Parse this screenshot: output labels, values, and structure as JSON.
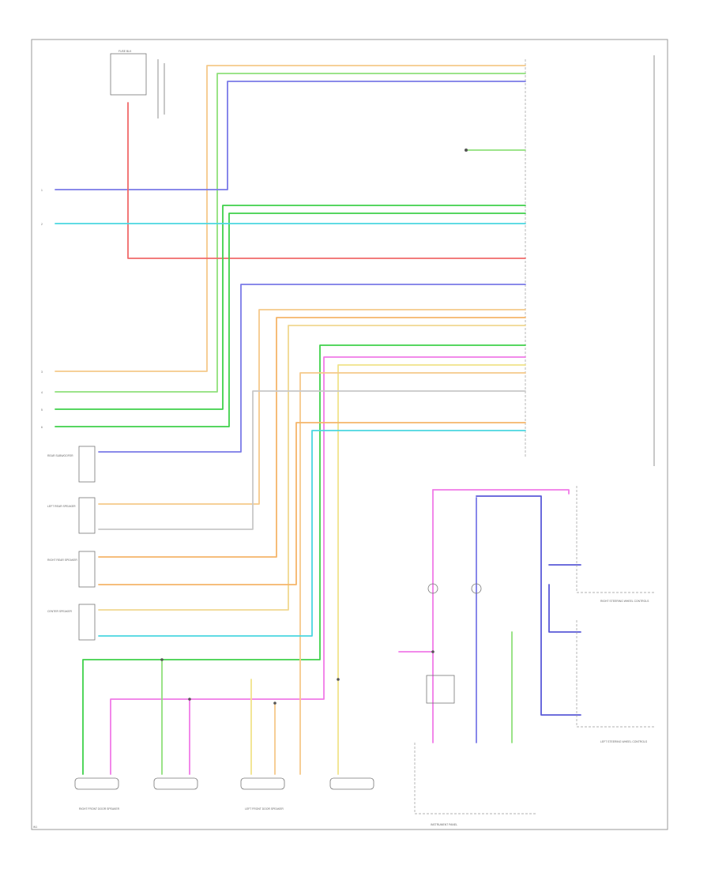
{
  "colors": {
    "tan": "#f5c98a",
    "light_green": "#8fe07a",
    "green": "#3fd14a",
    "blue": "#7a7ae8",
    "red": "#f06a6a",
    "cyan": "#4ad6e0",
    "orange": "#f5b56a",
    "yellow": "#f0e38a",
    "pink": "#f07ae8",
    "gray": "#c8c8c8",
    "dark_blue": "#5a5ad8"
  },
  "labels": {
    "fuse_box": "FUSE BLK",
    "left_rear_speaker": "LEFT REAR SPEAKER",
    "right_rear_speaker": "RIGHT REAR SPEAKER",
    "center_speaker": "CENTER SPEAKER",
    "rear_subwoofer": "REAR SUBWOOFER",
    "right_front_door_speaker": "RIGHT FRONT DOOR SPEAKER",
    "left_front_door_speaker": "LEFT FRONT DOOR SPEAKER",
    "instrument_panel": "INSTRUMENT PANEL",
    "right_steering_controls": "RIGHT STEERING WHEEL CONTROLS",
    "left_steering_controls": "LEFT STEERING WHEEL CONTROLS",
    "footer": "W1"
  }
}
